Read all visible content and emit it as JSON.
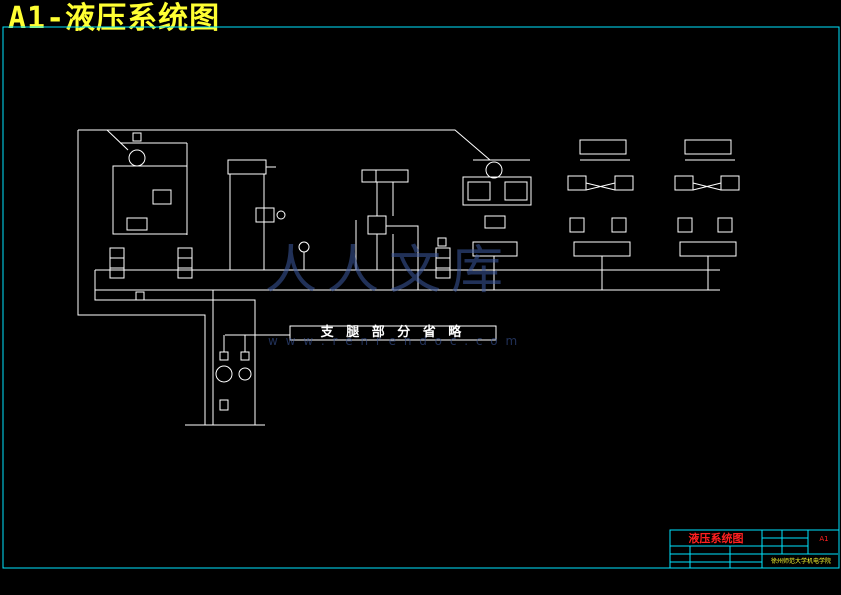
{
  "drawing": {
    "title": "A1-液压系统图",
    "note_label": "支 腿 部 分 省 略",
    "watermark": "人人文库",
    "watermark_url": "w w w . r e n r e n d o c . c o m"
  },
  "title_block": {
    "drawing_name": "液压系统图",
    "sheet_size": "A1",
    "school": "徐州师范大学机电学院"
  },
  "colors": {
    "frame": "#00e5ff",
    "title": "#ffff33",
    "drawing_name": "#ff2020"
  }
}
